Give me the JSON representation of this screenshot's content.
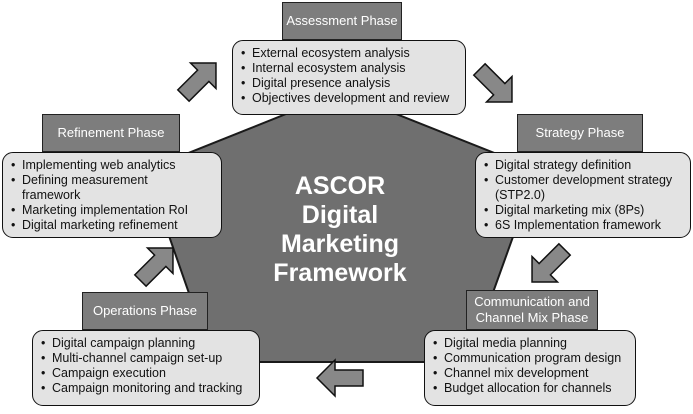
{
  "title": {
    "line1": "ASCOR",
    "line2": "Digital",
    "line3": "Marketing",
    "line4": "Framework"
  },
  "phases": {
    "assessment": {
      "label": "Assessment Phase",
      "items": [
        "External ecosystem analysis",
        "Internal ecosystem analysis",
        "Digital presence analysis",
        "Objectives development and review"
      ]
    },
    "strategy": {
      "label": "Strategy Phase",
      "items": [
        "Digital strategy definition",
        "Customer development strategy",
        "(STP2.0)",
        "Digital marketing mix (8Ps)",
        "6S Implementation framework"
      ]
    },
    "communication": {
      "label_line1": "Communication and",
      "label_line2": "Channel Mix Phase",
      "items": [
        "Digital media planning",
        "Communication program design",
        "Channel mix development",
        "Budget allocation for channels"
      ]
    },
    "operations": {
      "label": "Operations Phase",
      "items": [
        "Digital campaign planning",
        "Multi-channel campaign set-up",
        "Campaign execution",
        "Campaign monitoring and tracking"
      ]
    },
    "refinement": {
      "label": "Refinement Phase",
      "items": [
        "Implementing web analytics",
        "Defining measurement",
        "framework",
        "Marketing implementation RoI",
        "Digital marketing refinement"
      ]
    }
  },
  "colors": {
    "pentagon": "#6f6f6f",
    "tab": "#7d7d7d",
    "box": "#e3e3e3",
    "arrow": "#888888"
  },
  "icons": [
    "arrow-up-right-icon",
    "arrow-down-right-icon",
    "arrow-down-left-icon",
    "arrow-left-icon",
    "arrow-up-right-icon"
  ]
}
